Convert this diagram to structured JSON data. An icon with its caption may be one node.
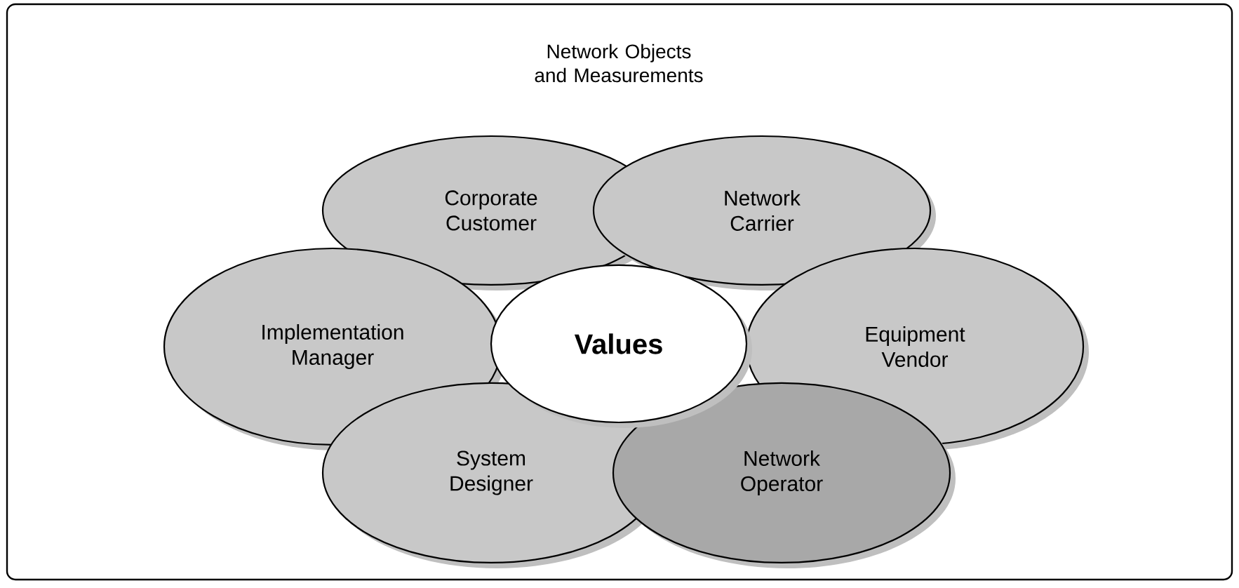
{
  "diagram": {
    "nodes": [
      {
        "text": [
          "Network Objects and Measurements"
        ]
      },
      {
        "text": [
          "Corporate Customer"
        ],
        "in": 0
      },
      {
        "text": [
          "Network Carrier"
        ],
        "in": 0
      },
      {
        "text": [
          "Implementation Manager"
        ],
        "in": 0
      },
      {
        "text": [
          "Values"
        ],
        "in": 0
      },
      {
        "text": [
          "Equipment Vendor"
        ],
        "in": 0
      },
      {
        "text": [
          "System Designer"
        ],
        "in": 0
      },
      {
        "text": [
          "Network Operator"
        ],
        "in": 0
      }
    ]
  }
}
